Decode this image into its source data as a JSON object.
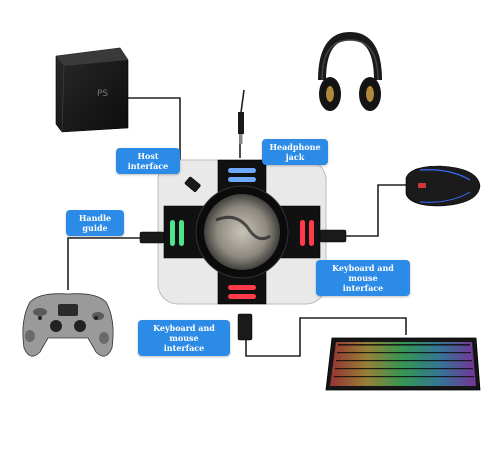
{
  "labels": {
    "host_interface": "Host interface",
    "headphone_jack": "Headphone jack",
    "handle_guide": "Handle guide",
    "keyboard_mouse_right_line1": "Keyboard and mouse",
    "keyboard_mouse_right_line2": "interface",
    "keyboard_mouse_bottom_line1": "Keyboard and mouse",
    "keyboard_mouse_bottom_line2": "interface"
  },
  "colors": {
    "label_bg": "#2c8be6",
    "label_text": "#ffffff",
    "hub_body": "#111111",
    "led_blue": "#6fa8ff",
    "led_green": "#4fe38a",
    "led_red": "#ff3b4a",
    "cable": "#222222"
  },
  "devices": [
    "console-device",
    "headphones-device",
    "mouse-device",
    "controller-device",
    "keyboard-device",
    "hub-device"
  ]
}
